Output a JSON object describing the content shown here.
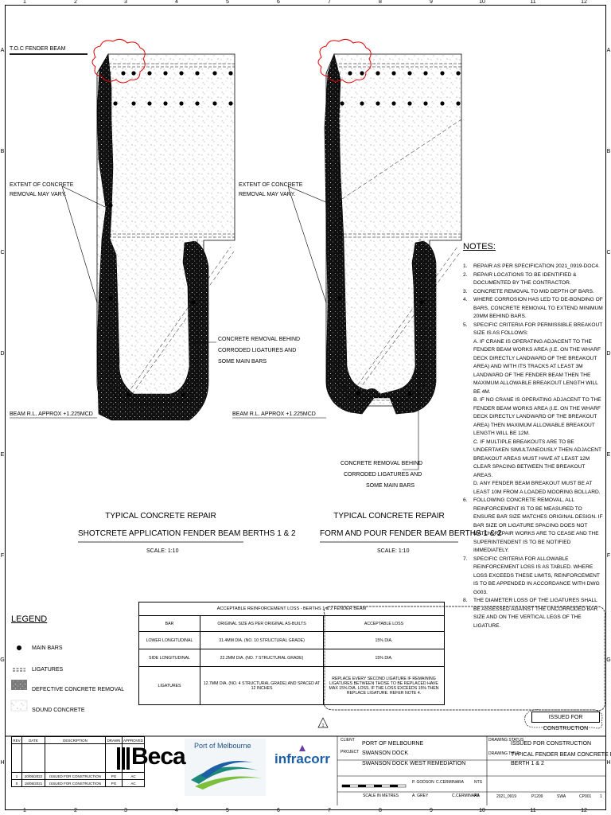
{
  "grid": {
    "columns": [
      "1",
      "2",
      "3",
      "4",
      "5",
      "6",
      "7",
      "8",
      "9",
      "10",
      "11",
      "12"
    ],
    "rows": [
      "A",
      "B",
      "C",
      "D",
      "E",
      "F",
      "G",
      "H"
    ]
  },
  "left_section": {
    "toc_label": "T.O.C FENDER BEAM",
    "extent_label_1": "EXTENT OF CONCRETE",
    "extent_label_2": "REMOVAL MAY VARY.",
    "removal_label_1": "CONCRETE REMOVAL BEHIND",
    "removal_label_2": "CORRODED LIGATURES AND",
    "removal_label_3": "SOME MAIN BARS",
    "beam_rl": "BEAM R.L. APPROX +1.225mCD",
    "title_1": "TYPICAL CONCRETE REPAIR",
    "title_2": "SHOTCRETE APPLICATION FENDER BEAM BERTHS 1 & 2",
    "scale": "SCALE: 1:10"
  },
  "right_section": {
    "extent_label_1": "EXTENT OF CONCRETE",
    "extent_label_2": "REMOVAL MAY VARY.",
    "removal_label_1": "CONCRETE REMOVAL BEHIND",
    "removal_label_2": "CORRODED LIGATURES AND",
    "removal_label_3": "SOME MAIN BARS",
    "beam_rl": "BEAM R.L. APPROX +1.225mCD",
    "title_1": "TYPICAL CONCRETE REPAIR",
    "title_2": "FORM AND POUR FENDER BEAM BERTHS 1 & 2",
    "scale": "SCALE: 1:10"
  },
  "notes": {
    "heading": "NOTES:",
    "items": [
      {
        "n": "1.",
        "t": "REPAIR AS PER SPECIFICATION 2021_0919-doc4."
      },
      {
        "n": "2.",
        "t": "REPAIR LOCATIONS TO BE IDENTIFIED & DOCUMENTED BY THE CONTRACTOR."
      },
      {
        "n": "3.",
        "t": "CONCRETE REMOVAL TO MID DEPTH OF BARS."
      },
      {
        "n": "4.",
        "t": "WHERE CORROSION HAS LED TO DE-BONDING OF BARS, CONCRETE REMOVAL TO EXTEND MINIMUM 20mm BEHIND BARS."
      },
      {
        "n": "5.",
        "t": "SPECIFIC CRITERIA FOR PERMISSIBLE BREAKOUT SIZE IS AS FOLLOWS:"
      },
      {
        "n": "",
        "t": "a. IF CRANE IS OPERATING ADJACENT TO THE FENDER BEAM WORKS AREA (I.E. ON THE WHARF DECK DIRECTLY LANDWARD OF THE BREAKOUT AREA) AND WITH ITS TRACKS AT LEAST 3M LANDWARD OF THE FENDER BEAM THEN THE MAXIMUM ALLOWABLE BREAKOUT LENGTH WILL BE 4m."
      },
      {
        "n": "",
        "t": "b. IF NO CRANE IS OPERATING ADJACENT TO THE FENDER BEAM WORKS AREA (I.E. ON THE WHARF DECK DIRECTLY LANDWARD OF THE BREAKOUT AREA) THEN MAXIMUM ALLOWABLE BREAKOUT LENGTH WILL BE 12m."
      },
      {
        "n": "",
        "t": "c. IF MULTIPLE BREAKOUTS ARE TO BE UNDERTAKEN SIMULTANEOUSLY THEN ADJACENT BREAKOUT AREAS MUST HAVE AT LEAST 12m CLEAR SPACING BETWEEN THE BREAKOUT AREAS."
      },
      {
        "n": "",
        "t": "d. ANY FENDER BEAM BREAKOUT MUST BE AT LEAST 10m FROM A LOADED MOORING BOLLARD."
      },
      {
        "n": "6.",
        "t": "FOLLOWING CONCRETE REMOVAL, ALL REINFORCEMENT IS TO BE MEASURED TO ENSURE BAR SIZE MATCHES ORIGINAL DESIGN. IF BAR SIZE OR LIGATURE SPACING DOES NOT MATCH, REPAIR WORKS ARE TO CEASE AND THE SUPERINTENDENT IS TO BE NOTIFIED IMMEDIATELY."
      },
      {
        "n": "7.",
        "t": "SPECIFIC CRITERIA FOR ALLOWABLE REINFORCEMENT LOSS IS AS TABLED. WHERE LOSS EXCEEDS THESE LIMITS, REINFORCEMENT IS TO BE APPENDED IN ACCORDANCE WITH DWG G003."
      },
      {
        "n": "8.",
        "t": "THE DIAMETER LOSS OF THE LIGATURES SHALL BE ASSESSED AGAINST THE UNCORRODED BAR SIZE AND ON THE VERTICAL LEGS OF THE LIGATURE."
      }
    ]
  },
  "reinforcement_table": {
    "caption": "ACCEPTABLE REINFORCEMENT LOSS - BERTHS 1 & 2 FENDER BEAM",
    "headers": [
      "BAR",
      "ORIGINAL SIZE AS PER ORIGINAL AS-BUILTS",
      "ACCEPTABLE LOSS"
    ],
    "rows": [
      [
        "LOWER LONGITUDINAL",
        "31.4mm DIA. (NO. 10 STRUCTURAL GRADE)",
        "15% DIA."
      ],
      [
        "SIDE LONGITUDINAL",
        "22.2mm DIA. (NO. 7 STRUCTURAL GRADE)",
        "15% DIA."
      ],
      [
        "LIGATURES",
        "12.7mm DIA. (NO. 4 STRUCTURAL GRADE) AND SPACED AT 12 INCHES",
        "REPLACE EVERY SECOND LIGATURE IF REMAINING LIGATURES BETWEEN THOSE TO BE REPLACED HAVE MAX 15% DIA. LOSS. IF THE LOSS EXCEEDS 15% THEN REPLACE LIGATURE. REFER NOTE 4."
      ]
    ]
  },
  "legend": {
    "heading": "LEGEND",
    "items": [
      "MAIN BARS",
      "LIGATURES",
      "DEFECTIVE CONCRETE REMOVAL",
      "SOUND CONCRETE"
    ]
  },
  "stamp": "ISSUED FOR CONSTRUCTION",
  "title_block": {
    "revision_headers": [
      "REV",
      "DATE",
      "DESCRIPTION",
      "DRAWN",
      "APPROVED"
    ],
    "revisions": [
      [
        "1",
        "20/05/2022",
        "ISSUED FOR CONSTRUCTION",
        "PG",
        "AC"
      ],
      [
        "0",
        "18/08/2021",
        "ISSUED FOR CONSTRUCTION",
        "PG",
        "AC"
      ]
    ],
    "beca": "Beca",
    "port_logo": "Port of Melbourne",
    "infracorr": "infracorr",
    "client_label": "CLIENT",
    "client": "PORT OF MELBOURNE",
    "project_label": "PROJECT",
    "project_1": "SWANSON DOCK",
    "project_2": "SWANSON DOCK WEST REMEDIATION",
    "status_label": "DRAWING STATUS",
    "status": "ISSUED FOR CONSTRUCTION",
    "drawing_title_label": "DRAWING TITLE",
    "drawing_title_1": "TYPICAL FENDER BEAM CONCRETE REPAIRS",
    "drawing_title_2": "BERTH 1 & 2",
    "scale_text": "SCALE IN METRES",
    "designed": "P. GODSON",
    "drawn": "A. GREY",
    "checked": "C.CERMINARA",
    "approved": "C.CERMINARA",
    "scale": "NTS",
    "size": "A3",
    "date": "2021_0919",
    "project_no": "P1209",
    "sheet": "SWA",
    "drawing_no": "CP001",
    "rev": "1"
  }
}
